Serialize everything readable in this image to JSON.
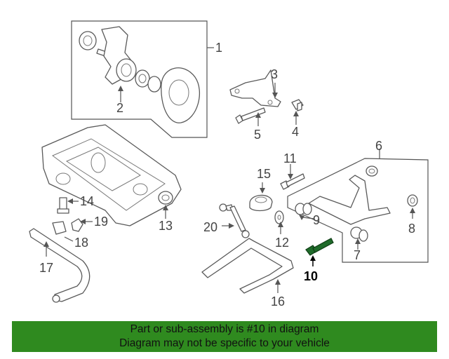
{
  "callouts": {
    "c1": "1",
    "c2": "2",
    "c3": "3",
    "c4": "4",
    "c5": "5",
    "c6": "6",
    "c7": "7",
    "c8": "8",
    "c9": "9",
    "c10": "10",
    "c11": "11",
    "c12": "12",
    "c13": "13",
    "c14": "14",
    "c15": "15",
    "c16": "16",
    "c17": "17",
    "c18": "18",
    "c19": "19",
    "c20": "20"
  },
  "highlight_color": "#1f6b2a",
  "banner": {
    "line1": "Part or sub-assembly is #10 in diagram",
    "line2": "Diagram may not be specific to your vehicle",
    "background": "#2f8a1f"
  }
}
